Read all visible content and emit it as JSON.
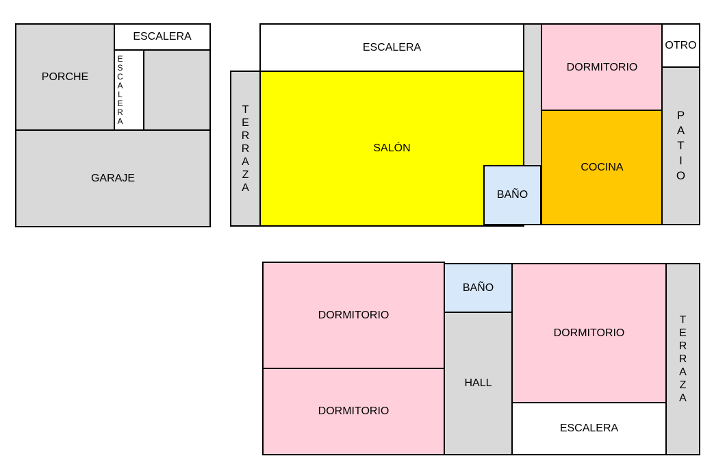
{
  "plan_ground": {
    "porche": "PORCHE",
    "escalera_top": "ESCALERA",
    "escalera_vertical": "ESCALERA",
    "garaje": "GARAJE"
  },
  "plan_main": {
    "escalera": "ESCALERA",
    "terraza": "TERRAZA",
    "salon": "SALÓN",
    "bano": "BAÑO",
    "dormitorio": "DORMITORIO",
    "otro": "OTRO",
    "cocina": "COCINA",
    "patio": "PATIO"
  },
  "plan_upper": {
    "dormitorio_1": "DORMITORIO",
    "dormitorio_2": "DORMITORIO",
    "bano": "BAÑO",
    "hall": "HALL",
    "dormitorio_3": "DORMITORIO",
    "escalera": "ESCALERA",
    "terraza": "TERRAZA"
  },
  "colors": {
    "gray": "#d9d9d9",
    "pink": "#ffd0dc",
    "yellow": "#ffff00",
    "orange": "#ffc800",
    "blue": "#d6e8fa"
  }
}
